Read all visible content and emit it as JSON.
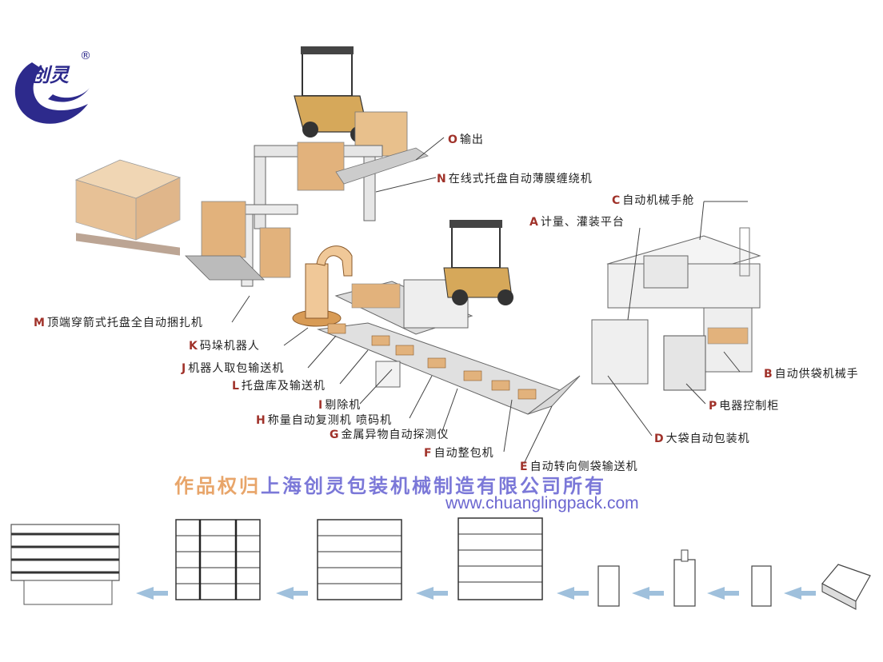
{
  "logo": {
    "text": "创灵",
    "reg": "®",
    "color": "#2d2a8c"
  },
  "labels": [
    {
      "id": "O",
      "letter": "O",
      "text": "输出"
    },
    {
      "id": "N",
      "letter": "N",
      "text": "在线式托盘自动薄膜缠绕机"
    },
    {
      "id": "C",
      "letter": "C",
      "text": "自动机械手舱"
    },
    {
      "id": "A",
      "letter": "A",
      "text": "计量、灌装平台"
    },
    {
      "id": "M",
      "letter": "M",
      "text": "顶端穿箭式托盘全自动捆扎机"
    },
    {
      "id": "K",
      "letter": "K",
      "text": "码垛机器人"
    },
    {
      "id": "J",
      "letter": "J",
      "text": "机器人取包输送机"
    },
    {
      "id": "L",
      "letter": "L",
      "text": "托盘库及输送机"
    },
    {
      "id": "I",
      "letter": "I",
      "text": "剔除机"
    },
    {
      "id": "H",
      "letter": "H",
      "text": "称量自动复测机 喷码机"
    },
    {
      "id": "G",
      "letter": "G",
      "text": "金属异物自动探测仪"
    },
    {
      "id": "F",
      "letter": "F",
      "text": "自动整包机"
    },
    {
      "id": "E",
      "letter": "E",
      "text": "自动转向侧袋输送机"
    },
    {
      "id": "B",
      "letter": "B",
      "text": "自动供袋机械手"
    },
    {
      "id": "P",
      "letter": "P",
      "text": "电器控制柜"
    },
    {
      "id": "D",
      "letter": "D",
      "text": "大袋自动包装机"
    }
  ],
  "copyright": {
    "part1": "作品权归",
    "part2": "上海创灵包装机械制造有限公司所有"
  },
  "website": "www.chuanglingpack.com",
  "colors": {
    "letter": "#a0322a",
    "boxes": "#e2b27c",
    "frame": "#dcdcdc",
    "outline": "#555555",
    "copyright_orange": "#e8a56a",
    "copyright_purple": "#7b78d8",
    "arrow": "#9fc0dc"
  }
}
